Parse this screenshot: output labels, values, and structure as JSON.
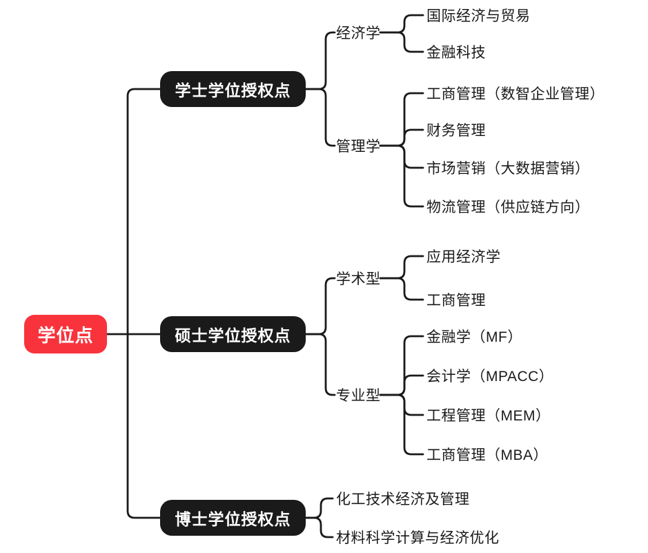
{
  "colors": {
    "root_bg": "#f8333c",
    "branch_bg": "#1a1a1a",
    "line": "#1a1a1a",
    "text": "#1a1a1a"
  },
  "root": {
    "label": "学位点"
  },
  "branches": [
    {
      "label": "学士学位授权点",
      "groups": [
        {
          "label": "经济学",
          "leaves": [
            "国际经济与贸易",
            "金融科技"
          ]
        },
        {
          "label": "管理学",
          "leaves": [
            "工商管理（数智企业管理）",
            "财务管理",
            "市场营销（大数据营销）",
            "物流管理（供应链方向）"
          ]
        }
      ]
    },
    {
      "label": "硕士学位授权点",
      "groups": [
        {
          "label": "学术型",
          "leaves": [
            "应用经济学",
            "工商管理"
          ]
        },
        {
          "label": "专业型",
          "leaves": [
            "金融学（MF）",
            "会计学（MPACC）",
            "工程管理（MEM）",
            "工商管理（MBA）"
          ]
        }
      ]
    },
    {
      "label": "博士学位授权点",
      "leaves": [
        "化工技术经济及管理",
        "材料科学计算与经济优化"
      ]
    }
  ]
}
